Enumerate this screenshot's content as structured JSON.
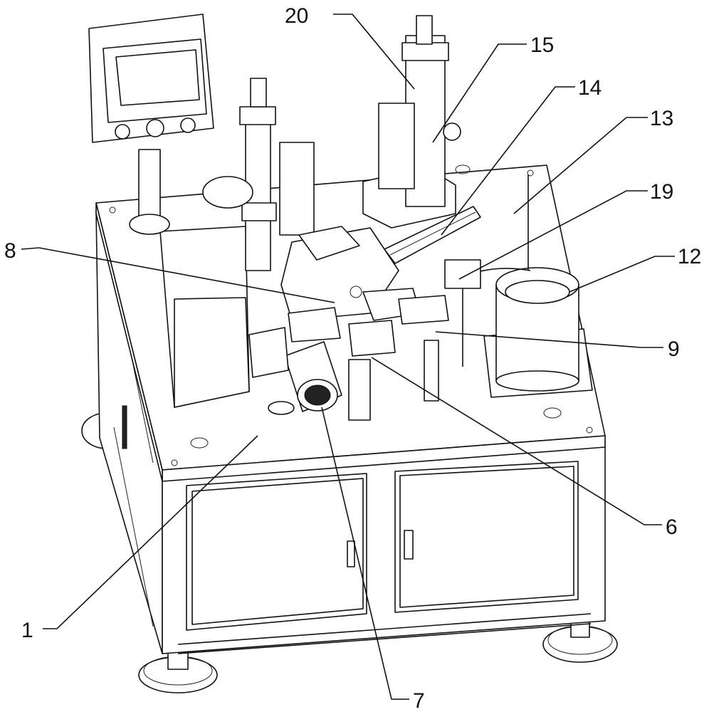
{
  "figure": {
    "type": "patent-drawing",
    "labels": [
      {
        "id": "20",
        "text": "20"
      },
      {
        "id": "15",
        "text": "15"
      },
      {
        "id": "14",
        "text": "14"
      },
      {
        "id": "13",
        "text": "13"
      },
      {
        "id": "19",
        "text": "19"
      },
      {
        "id": "12",
        "text": "12"
      },
      {
        "id": "8",
        "text": "8"
      },
      {
        "id": "9",
        "text": "9"
      },
      {
        "id": "6",
        "text": "6"
      },
      {
        "id": "7",
        "text": "7"
      },
      {
        "id": "1",
        "text": "1"
      }
    ]
  }
}
